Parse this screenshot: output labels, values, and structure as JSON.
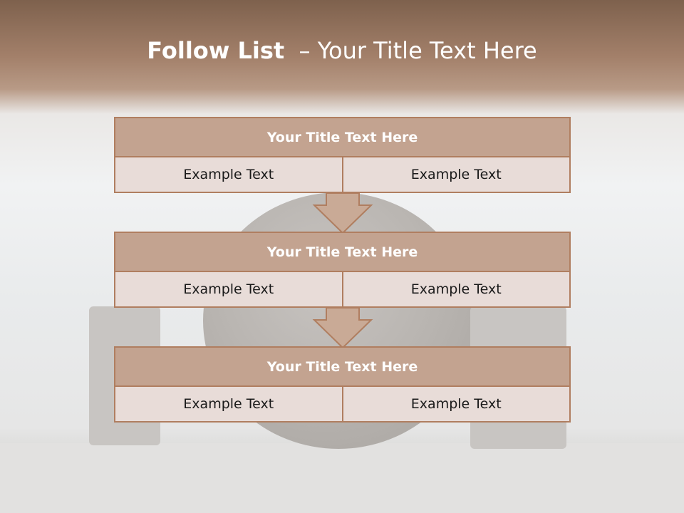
{
  "slide": {
    "title_strong": "Follow List",
    "title_rest": "  – Your Title Text Here"
  },
  "steps": [
    {
      "title": "Your Title Text Here",
      "left": "Example Text",
      "right": "Example Text"
    },
    {
      "title": "Your Title Text Here",
      "left": "Example Text",
      "right": "Example Text"
    },
    {
      "title": "Your Title Text Here",
      "left": "Example Text",
      "right": "Example Text"
    }
  ],
  "colors": {
    "header_fill": "#c3a390",
    "border": "#b07e60",
    "cell_fill": "#e8dcd8",
    "arrow_fill": "#c9aa96",
    "title_band": "#a3806a"
  },
  "icons": [
    "arrow-down-icon",
    "arrow-down-icon"
  ]
}
